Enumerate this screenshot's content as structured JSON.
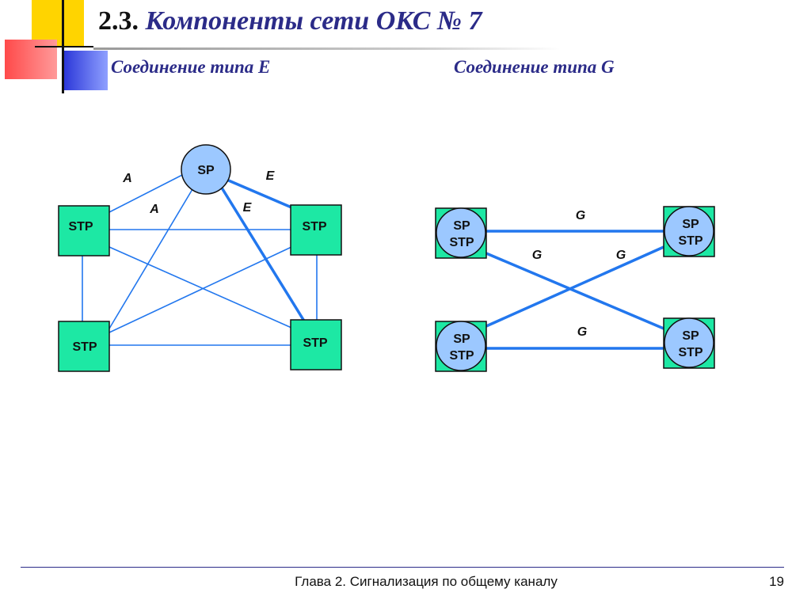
{
  "slide": {
    "title_number": "2.3.",
    "title_text": "Компоненты сети ОКС № 7",
    "subtitle_e": "Соединение типа E",
    "subtitle_g": "Соединение типа G"
  },
  "diagram_e": {
    "nodes": {
      "sp": "SP",
      "stp_tl": "STP",
      "stp_tr": "STP",
      "stp_bl": "STP",
      "stp_br": "STP"
    },
    "links": {
      "a_outer": "A",
      "a_inner": "A",
      "e_outer": "E",
      "e_inner": "E"
    }
  },
  "diagram_g": {
    "nodes": [
      {
        "line1": "SP",
        "line2": "STP"
      },
      {
        "line1": "SP",
        "line2": "STP"
      },
      {
        "line1": "SP",
        "line2": "STP"
      },
      {
        "line1": "SP",
        "line2": "STP"
      }
    ],
    "links": {
      "g_top": "G",
      "g_cross_left": "G",
      "g_cross_right": "G",
      "g_bottom": "G"
    }
  },
  "colors": {
    "node_fill": "#1de8a4",
    "sp_fill": "#9cc8ff",
    "link": "#2277ee",
    "title": "#2b2b88"
  },
  "footer": {
    "chapter": "Глава 2. Сигнализация по общему каналу",
    "page_number": "19"
  }
}
